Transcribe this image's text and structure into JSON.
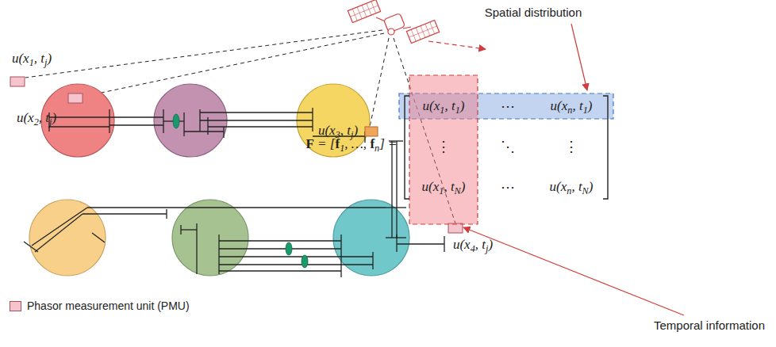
{
  "diagram": {
    "labels": [
      "u(x1, tj)",
      "u(x2, tj)",
      "u(x3, tj)",
      "u(x4, tj)",
      "Spatial distribution",
      "Temporal information",
      "F = [f1, …, fn] =",
      "u(x1, t1)",
      "⋯",
      "u(xn, t1)",
      "⋮",
      "⋱",
      "⋮",
      "u(x1, tN)",
      "⋯",
      "u(xn, tN)"
    ],
    "legend": [
      {
        "text": "Phasor measurement unit (PMU)",
        "color": "#f5c4cd"
      }
    ]
  }
}
